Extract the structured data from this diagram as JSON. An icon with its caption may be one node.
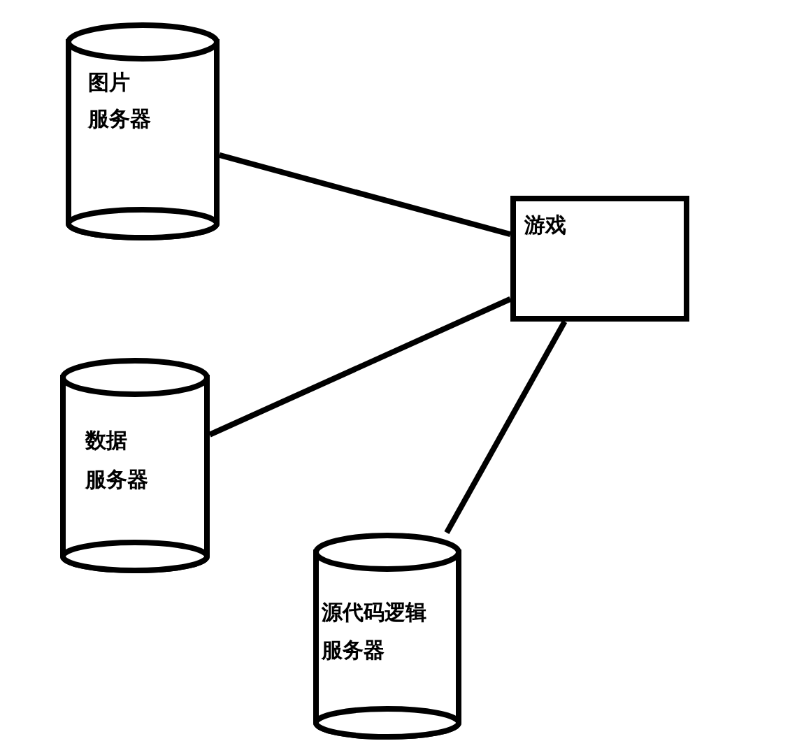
{
  "diagram": {
    "nodes": [
      {
        "text": [
          "图片",
          "服务器"
        ]
      },
      {
        "text": [
          "数据",
          "服务器"
        ]
      },
      {
        "text": [
          "源代码逻辑",
          "服务器"
        ]
      },
      {
        "text": [
          "游戏"
        ]
      }
    ],
    "edges": [
      {
        "from": 0,
        "to": 3,
        "arrow": "none"
      },
      {
        "from": 1,
        "to": 3,
        "arrow": "none"
      },
      {
        "from": 2,
        "to": 3,
        "arrow": "none"
      }
    ]
  }
}
